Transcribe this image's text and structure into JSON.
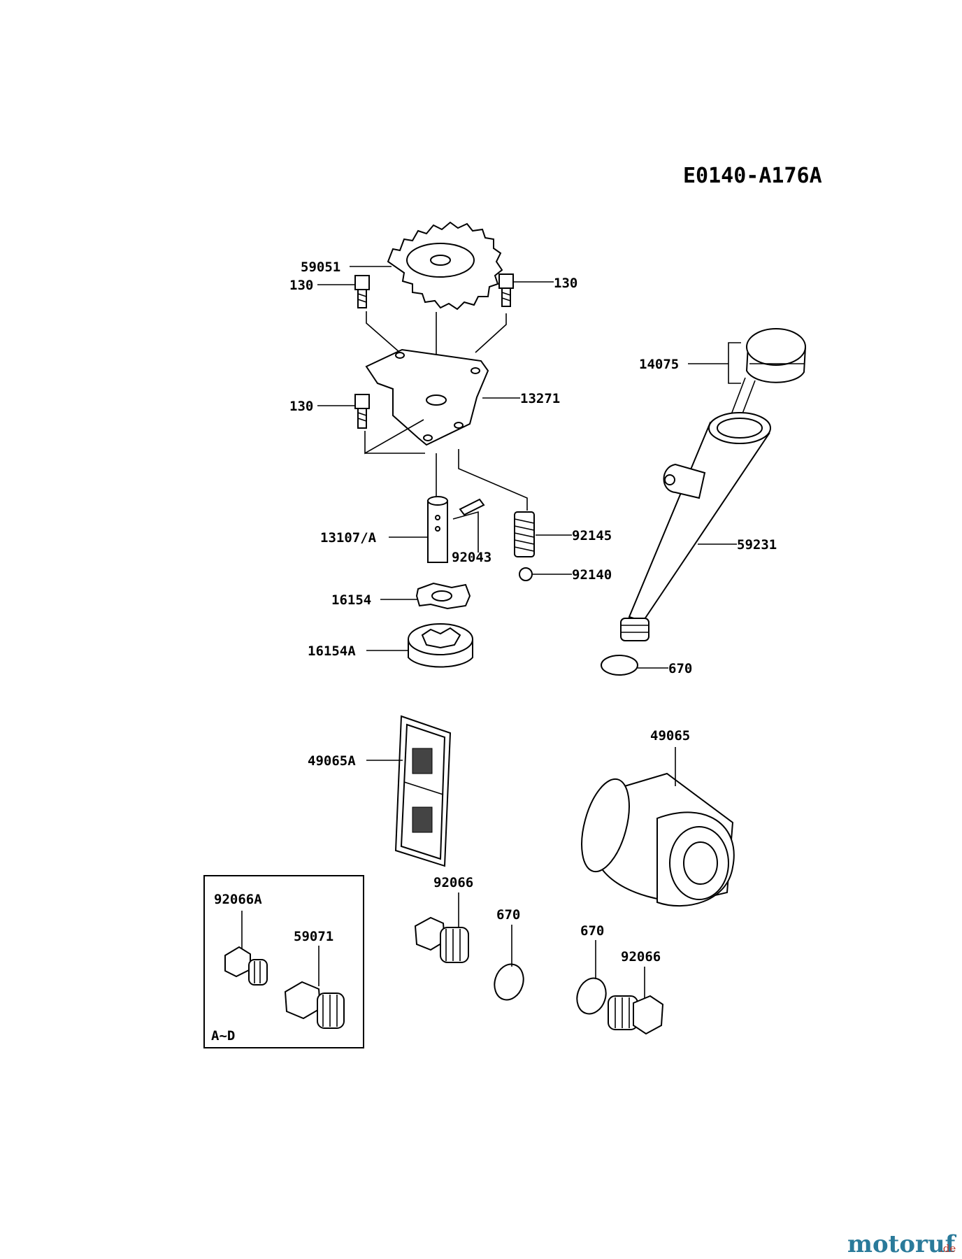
{
  "diagram_code": "E0140-A176A",
  "labels": {
    "p59051": "59051",
    "p130a": "130",
    "p130b": "130",
    "p130c": "130",
    "p13271": "13271",
    "p14075": "14075",
    "p13107": "13107/A",
    "p92043": "92043",
    "p92145": "92145",
    "p92140": "92140",
    "p59231": "59231",
    "p16154": "16154",
    "p16154A": "16154A",
    "p670a": "670",
    "p49065A": "49065A",
    "p49065": "49065",
    "p92066A": "92066A",
    "p59071": "59071",
    "p92066a": "92066",
    "p670b": "670",
    "p670c": "670",
    "p92066b": "92066",
    "inset_note": "A~D"
  },
  "watermark": {
    "brand": "motoruf",
    "suffix": ".de"
  }
}
